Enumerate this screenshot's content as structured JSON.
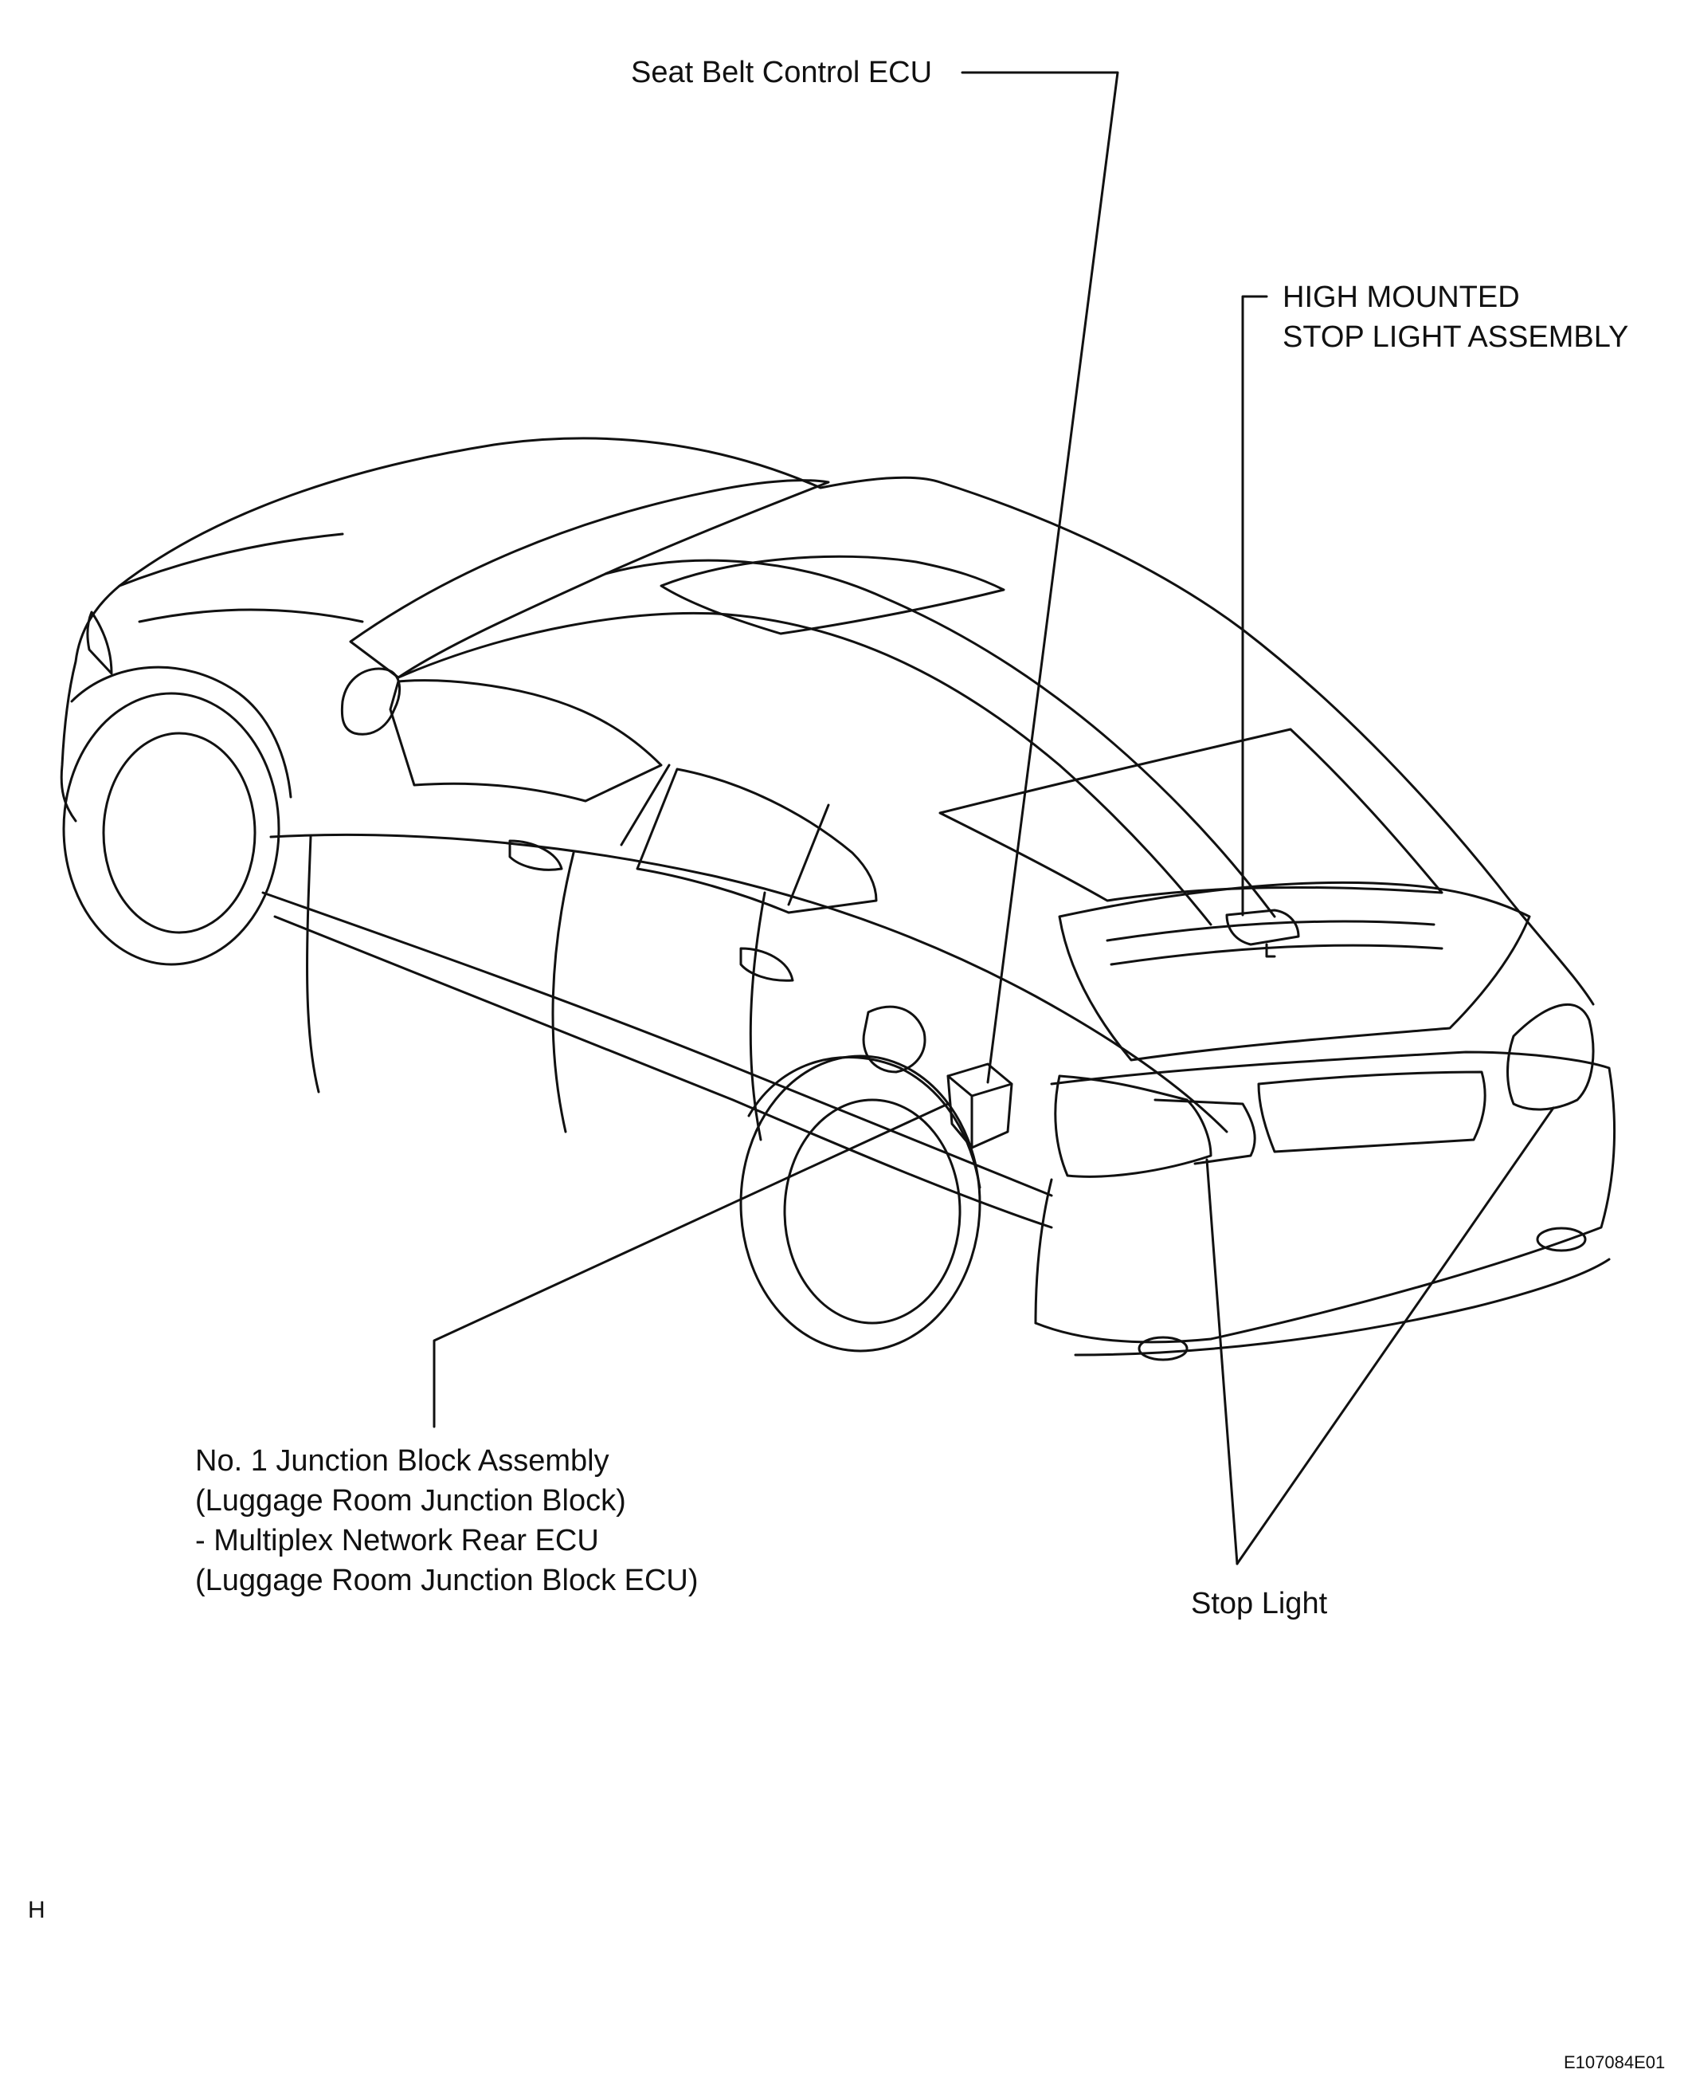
{
  "labels": {
    "seat_belt_ecu": "Seat Belt Control ECU",
    "high_mounted": [
      "HIGH MOUNTED",
      "STOP LIGHT ASSEMBLY"
    ],
    "junction_block": [
      "No. 1 Junction Block Assembly",
      "(Luggage Room Junction Block)",
      "- Multiplex Network Rear ECU",
      "(Luggage Room Junction Block ECU)"
    ],
    "stop_light": "Stop Light",
    "corner_letter": "H",
    "figure_id": "E107084E01"
  },
  "colors": {
    "line": "#111111",
    "background": "#ffffff"
  }
}
